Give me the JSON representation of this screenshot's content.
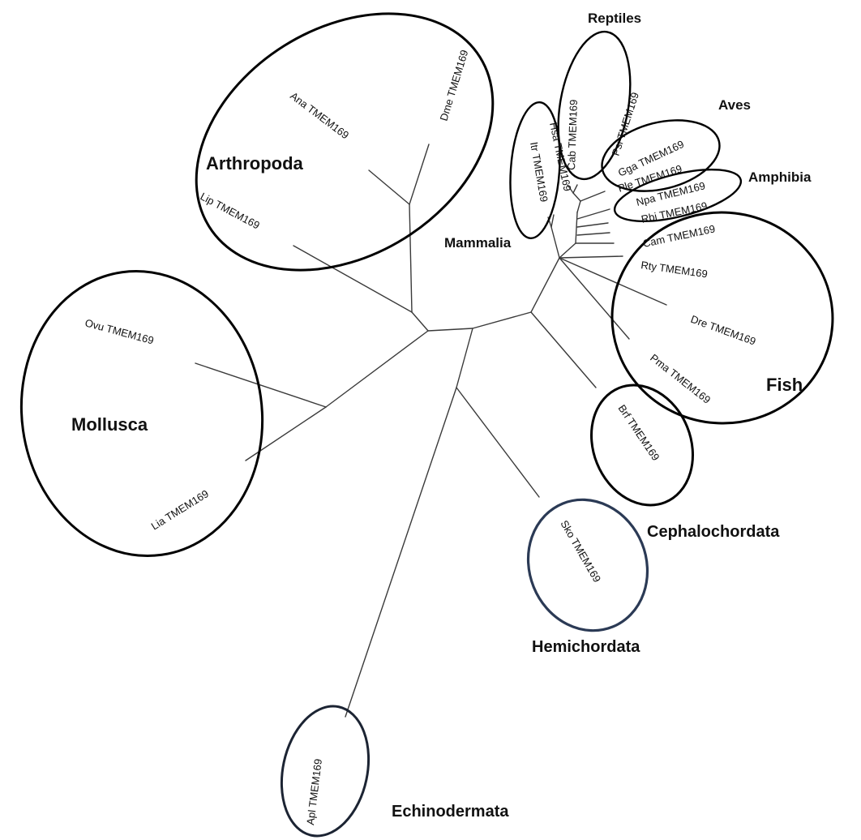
{
  "groups": {
    "reptiles": "Reptiles",
    "aves": "Aves",
    "amphibia": "Amphibia",
    "mammalia": "Mammalia",
    "arthropoda": "Arthropoda",
    "mollusca": "Mollusca",
    "fish": "Fish",
    "cephalochordata": "Cephalochordata",
    "hemichordata": "Hemichordata",
    "echinodermata": "Echinodermata"
  },
  "taxa": {
    "ana": "Ana TMEM169",
    "dme": "Dme TMEM169",
    "lip": "Lip TMEM169",
    "ovu": "Ovu TMEM169",
    "lia": "Lia TMEM169",
    "hsa": "Hsa TMEM169",
    "itr": "Itr TMEM169",
    "cab": "Cab TMEM169",
    "psi": "Psi TMEM169",
    "gga": "Gga TMEM169",
    "ple": "Ple TMEM169",
    "npa": "Npa TMEM169",
    "rbi": "Rbi TMEM169",
    "cam": "Cam TMEM169",
    "rty": "Rty TMEM169",
    "dre": "Dre TMEM169",
    "pma": "Pma TMEM169",
    "brf": "Brf TMEM169",
    "sko": "Sko TMEM169",
    "apl": "Apl TMEM169"
  },
  "colors": {
    "branch": "#3a3a3a",
    "ellipse": "#000000",
    "hemichordata_ellipse": "#2b3a55",
    "text": "#111111"
  }
}
